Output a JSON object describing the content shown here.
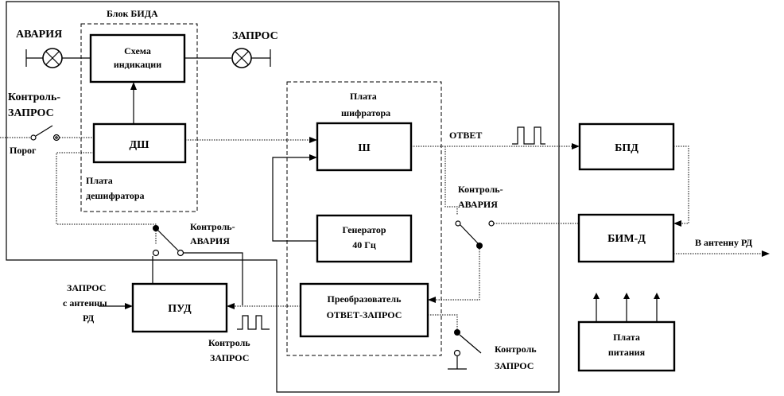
{
  "blocks": {
    "bida_title": "Блок БИДА",
    "indication_1": "Схема",
    "indication_2": "индикации",
    "dsh": "ДШ",
    "deshifrator_1": "Плата",
    "deshifrator_2": "дешифратора",
    "shifrator_1": "Плата",
    "shifrator_2": "шифратора",
    "sh": "Ш",
    "generator_1": "Генератор",
    "generator_2": "40 Гц",
    "converter_1": "Преобразователь",
    "converter_2": "ОТВЕТ-ЗАПРОС",
    "pud": "ПУД",
    "bpd": "БПД",
    "bimd": "БИМ-Д",
    "power_1": "Плата",
    "power_2": "питания"
  },
  "labels": {
    "avaria": "АВАРИЯ",
    "zapros": "ЗАПРОС",
    "control_zapros_1": "Контроль-",
    "control_zapros_2": "ЗАПРОС",
    "porog": "Порог",
    "otvet": "ОТВЕТ",
    "control_avaria_1": "Контроль-",
    "control_avaria_2": "АВАРИЯ",
    "control_avaria_mid_1": "Контроль-",
    "control_avaria_mid_2": "АВАРИЯ",
    "to_antenna": "В антенну РД",
    "zapros_in_1": "ЗАПРОС",
    "zapros_in_2": "с антенны",
    "zapros_in_3": "РД",
    "control_zapros_bottom_1": "Контроль",
    "control_zapros_bottom_2": "ЗАПРОС",
    "control_zapros_right_1": "Контроль",
    "control_zapros_right_2": "ЗАПРОС"
  }
}
